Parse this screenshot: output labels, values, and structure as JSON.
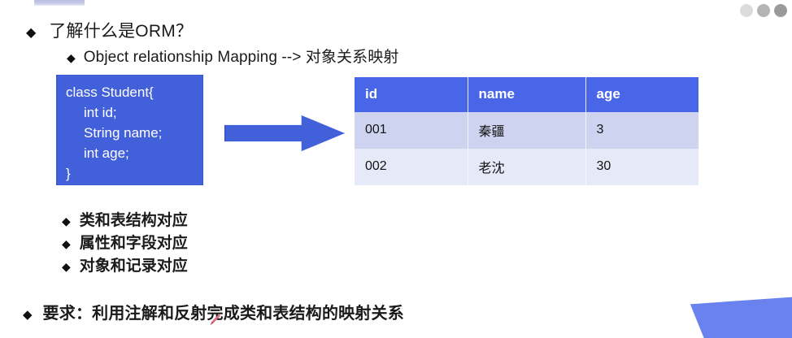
{
  "window": {
    "dots": [
      "window-dot-light",
      "window-dot-mid",
      "window-dot-dark"
    ],
    "accent_color": "#4360db",
    "header_color": "#4a66e8",
    "row_color_a": "#ced4ef",
    "row_color_b": "#e6e9f8"
  },
  "slide": {
    "title_bullet": "了解什么是ORM？",
    "sub_bullet": "Object relationship Mapping --> 对象关系映射",
    "code": {
      "lines": [
        "class Student{",
        "int id;",
        "String name;",
        "int age;",
        "}"
      ],
      "line_0": "class Student{",
      "line_1": "int id;",
      "line_2": "String name;",
      "line_3": "int age;",
      "line_4": "}"
    },
    "arrow": "right-arrow",
    "table": {
      "headers": [
        "id",
        "name",
        "age"
      ],
      "header_id": "id",
      "header_name": "name",
      "header_age": "age",
      "rows": [
        {
          "id": "001",
          "name": "秦疆",
          "age": "3"
        },
        {
          "id": "002",
          "name": "老沈",
          "age": "30"
        }
      ]
    },
    "mapping_bullets": [
      "类和表结构对应",
      "属性和字段对应",
      "对象和记录对应"
    ],
    "mapping_bullet_0": "类和表结构对应",
    "mapping_bullet_1": "属性和字段对应",
    "mapping_bullet_2": "对象和记录对应",
    "requirement": "要求：利用注解和反射完成类和表结构的映射关系",
    "bullet_glyph": "◆"
  }
}
